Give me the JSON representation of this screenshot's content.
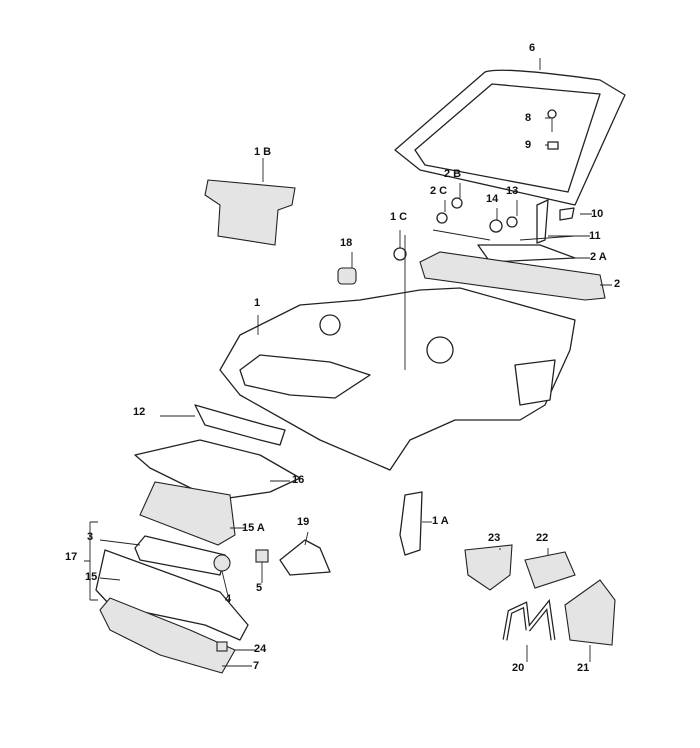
{
  "diagram": {
    "title": "Body front section exploded view",
    "callouts": [
      {
        "id": "6",
        "label": "6"
      },
      {
        "id": "8",
        "label": "8"
      },
      {
        "id": "9",
        "label": "9"
      },
      {
        "id": "1B",
        "label": "1 B"
      },
      {
        "id": "2B",
        "label": "2 B"
      },
      {
        "id": "2C",
        "label": "2 C"
      },
      {
        "id": "14",
        "label": "14"
      },
      {
        "id": "13",
        "label": "13"
      },
      {
        "id": "10",
        "label": "10"
      },
      {
        "id": "11",
        "label": "11"
      },
      {
        "id": "1C",
        "label": "1 C"
      },
      {
        "id": "18",
        "label": "18"
      },
      {
        "id": "2A",
        "label": "2 A"
      },
      {
        "id": "2",
        "label": "2"
      },
      {
        "id": "1",
        "label": "1"
      },
      {
        "id": "12",
        "label": "12"
      },
      {
        "id": "16",
        "label": "16"
      },
      {
        "id": "15A",
        "label": "15 A"
      },
      {
        "id": "19",
        "label": "19"
      },
      {
        "id": "1A",
        "label": "1 A"
      },
      {
        "id": "23",
        "label": "23"
      },
      {
        "id": "22",
        "label": "22"
      },
      {
        "id": "3",
        "label": "3"
      },
      {
        "id": "17",
        "label": "17"
      },
      {
        "id": "15",
        "label": "15"
      },
      {
        "id": "5",
        "label": "5"
      },
      {
        "id": "4",
        "label": "4"
      },
      {
        "id": "24",
        "label": "24"
      },
      {
        "id": "7",
        "label": "7"
      },
      {
        "id": "20",
        "label": "20"
      },
      {
        "id": "21",
        "label": "21"
      }
    ]
  }
}
